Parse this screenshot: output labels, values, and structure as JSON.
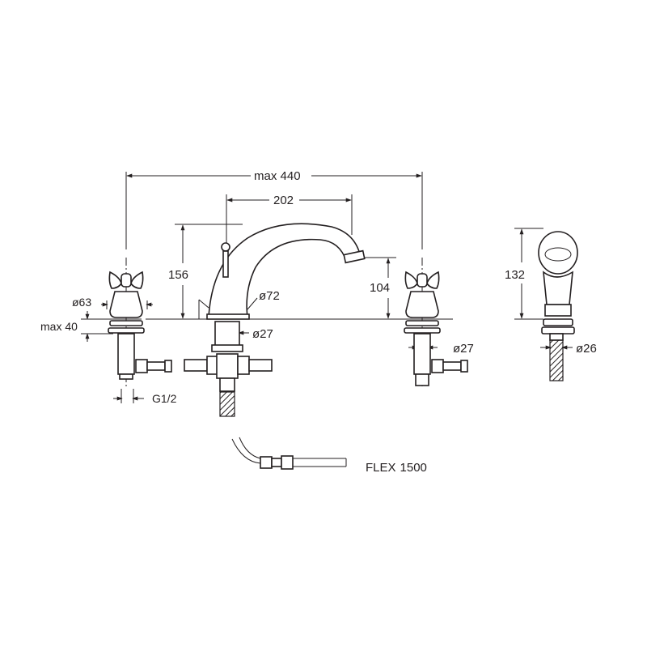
{
  "dimensions": {
    "overall_width": "max 440",
    "spout_spacing": "202",
    "spout_height": "156",
    "outlet_height": "104",
    "spout_base_diameter": "ø72",
    "handle_diameter": "ø63",
    "deck_thickness": "max 40",
    "valve_diameter_left": "ø27",
    "valve_diameter_right": "ø27",
    "thread": "G1/2",
    "handshower_height": "132",
    "handshower_diameter": "ø26"
  },
  "hose": {
    "label_prefix": "FLEX",
    "label_length": "1500"
  }
}
